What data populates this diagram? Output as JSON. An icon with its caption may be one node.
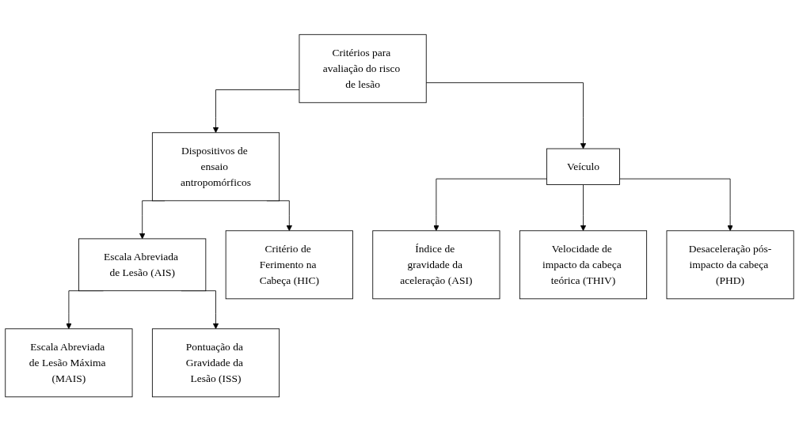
{
  "diagram": {
    "nodes": [
      {
        "text": [
          "Critérios para avaliação do risco de lesão"
        ]
      },
      {
        "text": [
          "Dispositivos de ensaio antropomórficos"
        ]
      },
      {
        "text": [
          "Veículo"
        ]
      },
      {
        "text": [
          "Escala Abreviada de Lesão (AIS)"
        ]
      },
      {
        "text": [
          "Critério de Ferimento na Cabeça (HIC)"
        ]
      },
      {
        "text": [
          "Índice de gravidade da aceleração (ASI)"
        ]
      },
      {
        "text": [
          "Velocidade de impacto da cabeça teórica (THIV)"
        ]
      },
      {
        "text": [
          "Desaceleração pós-impacto da cabeça (PHD)"
        ]
      },
      {
        "text": [
          "Escala Abreviada de Lesão Máxima (MAIS)"
        ]
      },
      {
        "text": [
          "Pontuação da Gravidade da Lesão (ISS)"
        ]
      }
    ],
    "edges": [
      {
        "from": 0,
        "to": 1,
        "arrow": "to"
      },
      {
        "from": 0,
        "to": 2,
        "arrow": "to"
      },
      {
        "from": 1,
        "to": 3,
        "arrow": "to"
      },
      {
        "from": 1,
        "to": 4,
        "arrow": "to"
      },
      {
        "from": 2,
        "to": 5,
        "arrow": "to"
      },
      {
        "from": 2,
        "to": 6,
        "arrow": "to"
      },
      {
        "from": 2,
        "to": 7,
        "arrow": "to"
      },
      {
        "from": 3,
        "to": 8,
        "arrow": "to"
      },
      {
        "from": 3,
        "to": 9,
        "arrow": "to"
      }
    ]
  }
}
